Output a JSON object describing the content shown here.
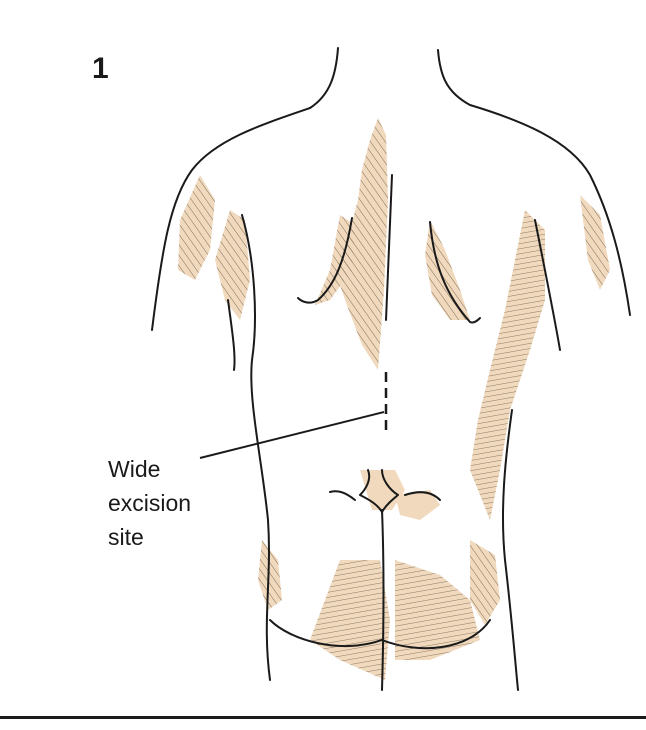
{
  "figure": {
    "number": "1",
    "callout": {
      "lines": [
        "Wide",
        "excision",
        "site"
      ]
    }
  },
  "colors": {
    "outline": "#1a1a1a",
    "shading": "#f0d9bd",
    "hatch": "#5a4a3a",
    "background": "#ffffff"
  }
}
